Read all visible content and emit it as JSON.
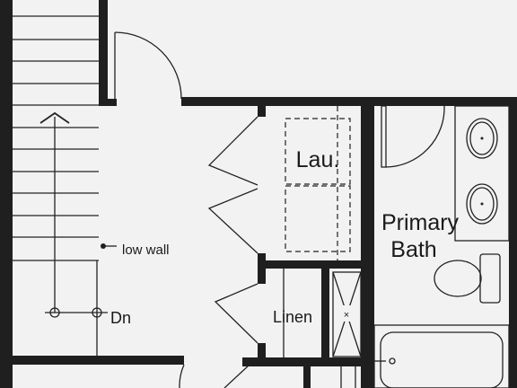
{
  "plan": {
    "rooms": {
      "laundry": "Lau.",
      "primary_bath_line1": "Primary",
      "primary_bath_line2": "Bath",
      "linen": "Linen"
    },
    "notes": {
      "low_wall": "low wall",
      "down": "Dn"
    }
  }
}
